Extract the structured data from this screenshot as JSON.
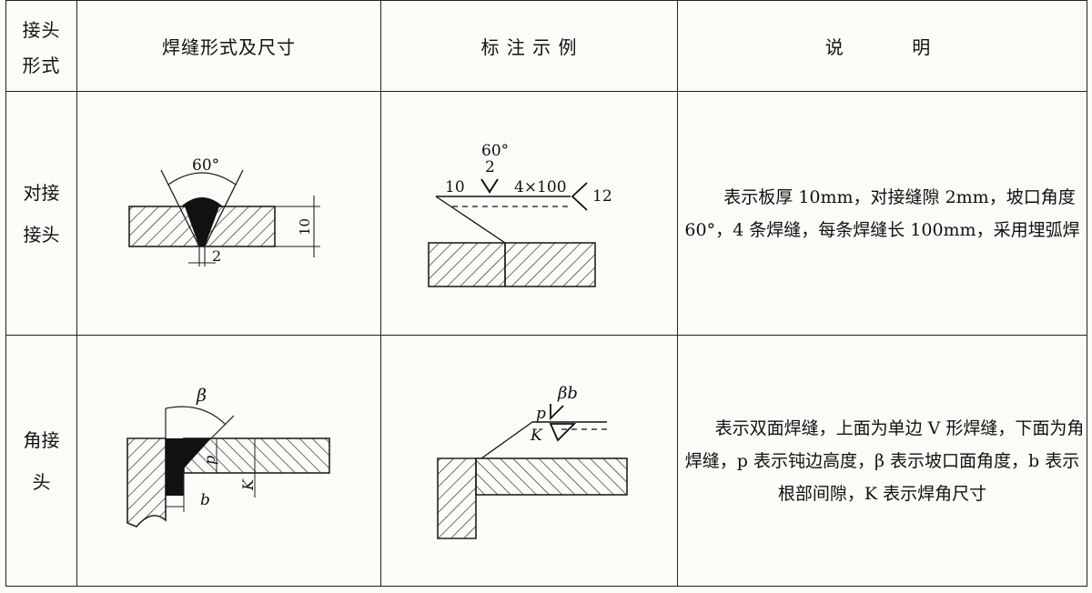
{
  "headers": {
    "joint_type_line1": "接头",
    "joint_type_line2": "形式",
    "weld_form": "焊缝形式及尺寸",
    "example": "标 注 示 例",
    "explain": "说    明"
  },
  "rows": [
    {
      "joint_line1": "对接",
      "joint_line2": "接头",
      "form_labels": {
        "angle": "60°",
        "gap": "2",
        "thickness": "10"
      },
      "example_labels": {
        "angle": "60°",
        "gap": "2",
        "left": "10",
        "middle": "4×100",
        "right": "12"
      },
      "description": "表示板厚 10mm，对接缝隙 2mm，坡口角度 60°，4 条焊缝，每条焊缝长 100mm，采用埋弧焊"
    },
    {
      "joint_line1": "角接",
      "joint_line2": "头",
      "form_labels": {
        "angle": "β",
        "p": "p",
        "k": "K",
        "b": "b"
      },
      "example_labels": {
        "beta_b": "βb",
        "p": "p",
        "k": "K"
      },
      "description": "表示双面焊缝，上面为单边 V 形焊缝，下面为角焊缝，p 表示钝边高度，β 表示坡口面角度，b 表示根部间隙，K 表示焊角尺寸"
    }
  ]
}
